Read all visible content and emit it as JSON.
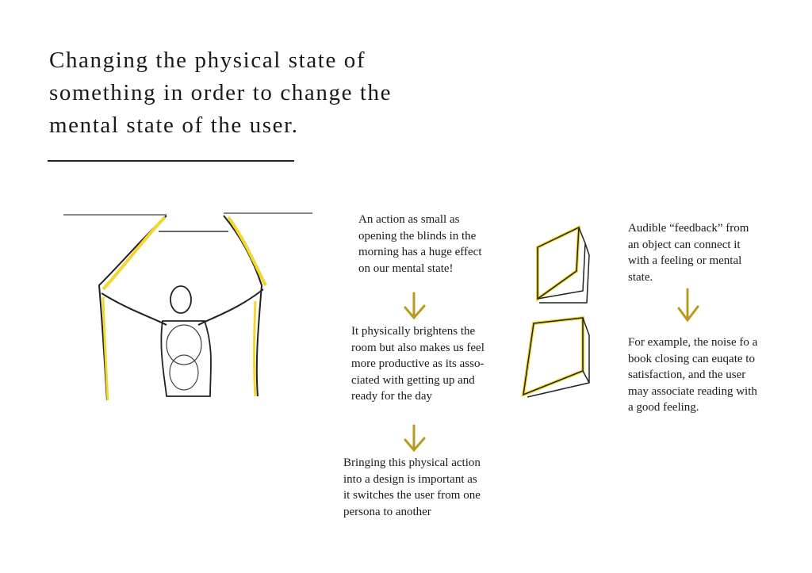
{
  "title": {
    "lines": [
      "Changing the physical state of",
      "something in order to change the",
      "mental state of the user."
    ]
  },
  "left_column": [
    {
      "lines": [
        "An action as small as",
        "opening the blinds in the",
        "morning has a huge effect",
        "on our mental state!"
      ]
    },
    {
      "lines": [
        "It physically brightens the",
        "room but also makes us feel",
        "more productive as its asso-",
        "ciated with getting up and",
        "ready for the day"
      ]
    },
    {
      "lines": [
        "Bringing this physical action",
        "into a design is important as",
        "it switches the user from one",
        "persona to another"
      ]
    }
  ],
  "right_column": [
    {
      "lines": [
        "Audible “feedback” from",
        "an object can connect it",
        "with a feeling or mental",
        "state."
      ]
    },
    {
      "lines": [
        "For example, the noise fo a",
        "book closing can euqate to",
        "satisfaction, and the user",
        "may associate reading with",
        "a good feeling."
      ]
    }
  ],
  "colors": {
    "accent": "#b89a1c",
    "highlight": "#f0d830",
    "ink": "#1a1a1a"
  }
}
